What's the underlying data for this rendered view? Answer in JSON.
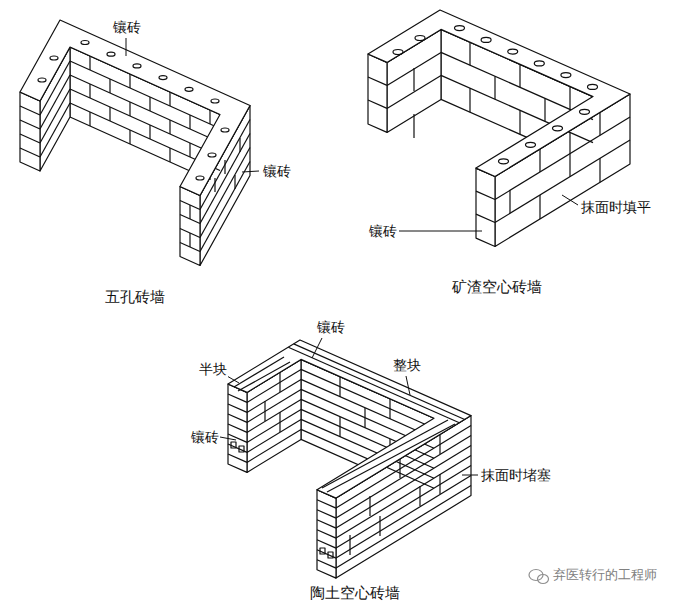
{
  "diagram": {
    "labels": [
      "镶砖",
      "镶砖",
      "五孔砖墙",
      "镶砖",
      "抹面时填平",
      "矿渣空心砖墙",
      "镶砖",
      "半块",
      "整块",
      "镶砖",
      "抹面时堵塞",
      "陶土空心砖墙",
      "弃医转行的工程师"
    ]
  }
}
